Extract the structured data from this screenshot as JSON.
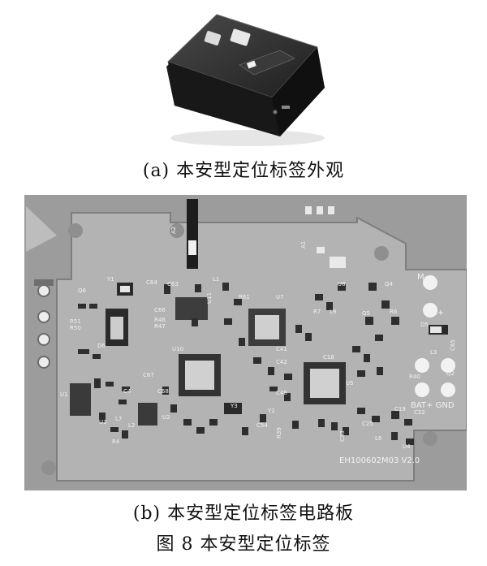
{
  "captions": {
    "a": "(a) 本安型定位标签外观",
    "b": "(b) 本安型定位标签电路板",
    "figure": "图 8   本安型定位标签"
  },
  "pcb": {
    "version_text": "EH100602M03 V2.0",
    "pads": {
      "minus": "M-",
      "plus": "M+",
      "bat": "BAT+ GND"
    },
    "refs": {
      "a2": "A2",
      "a1": "A1",
      "u10": "U10",
      "u11": "U11",
      "u7": "U7",
      "u8": "U8",
      "u1": "U1",
      "u2": "U2",
      "u3": "U3",
      "u4": "U4",
      "u5": "U5",
      "l1": "L1",
      "l2": "L2",
      "l3": "L3",
      "l6": "L6",
      "l7": "L7",
      "l9": "L9",
      "y1": "Y1",
      "y2": "Y2",
      "y3": "Y3",
      "d5": "D5",
      "d6": "D6",
      "q2": "Q2",
      "q4": "Q4",
      "q5": "Q5",
      "q6": "Q6",
      "r4": "R4",
      "r6": "R6",
      "r7": "R7",
      "r39": "R39",
      "r40": "R40",
      "r46": "R46",
      "r47": "R47",
      "r50": "R50",
      "r51": "R51",
      "r61": "R61",
      "c4": "C4",
      "c18": "C18",
      "c19": "C19",
      "c22": "C22",
      "c25": "C25",
      "c33": "C33",
      "c41": "C41",
      "c42": "C42",
      "c48": "C48",
      "c54": "C54",
      "c63": "C63",
      "c64": "C64",
      "c65": "C65",
      "c66": "C66",
      "c67": "C67",
      "c68": "C68"
    }
  }
}
